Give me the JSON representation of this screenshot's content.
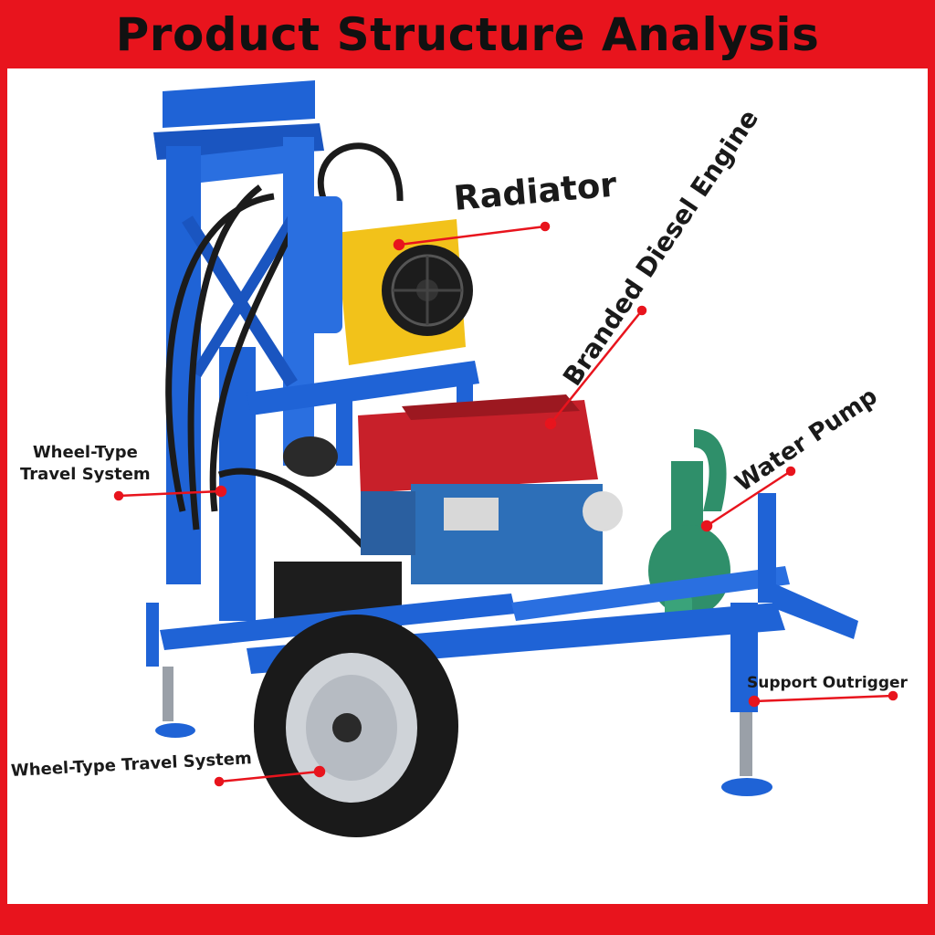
{
  "title": "Product Structure Analysis",
  "labels": {
    "radiator": "Radiator",
    "engine": "Branded Diesel Engine",
    "pump": "Water Pump",
    "wheel_left_line1": "Wheel-Type",
    "wheel_left_line2": "Travel System",
    "outrigger": "Support Outrigger",
    "wheel_bottom": "Wheel-Type Travel System"
  },
  "colors": {
    "frame_red": "#e8141d",
    "machine_blue": "#1f63d6",
    "engine_red": "#c8202a",
    "radiator_yellow": "#f2c21a",
    "pump_green": "#2f8f6a",
    "leader_line": "#e8141d"
  }
}
